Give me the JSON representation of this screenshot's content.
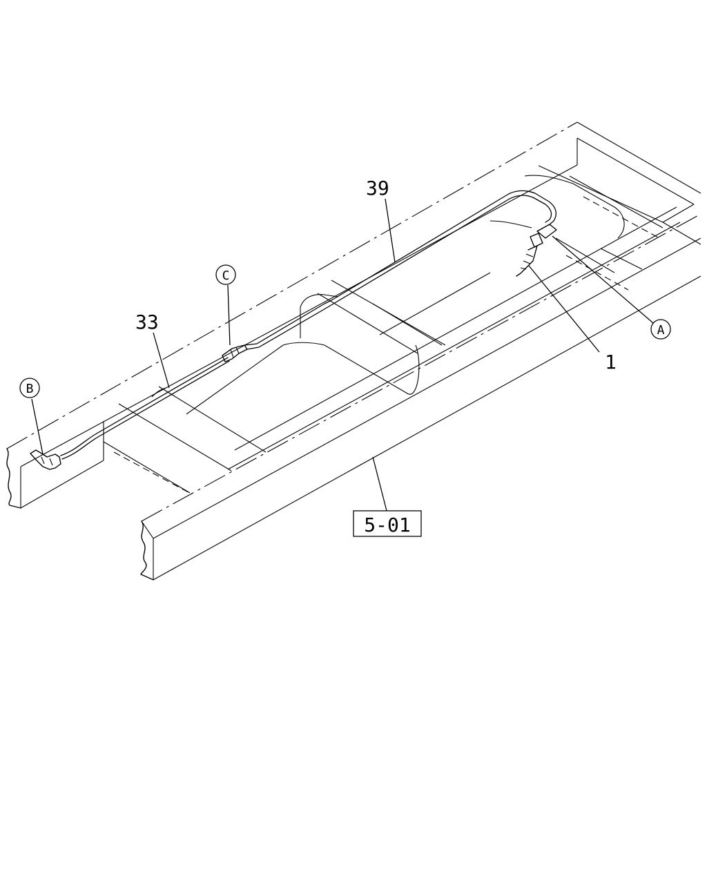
{
  "callouts": {
    "part_39": "39",
    "part_33": "33",
    "part_1": "1",
    "label_a": "A",
    "label_b": "B",
    "label_c": "C"
  },
  "reference": {
    "box_label": "5-01"
  }
}
